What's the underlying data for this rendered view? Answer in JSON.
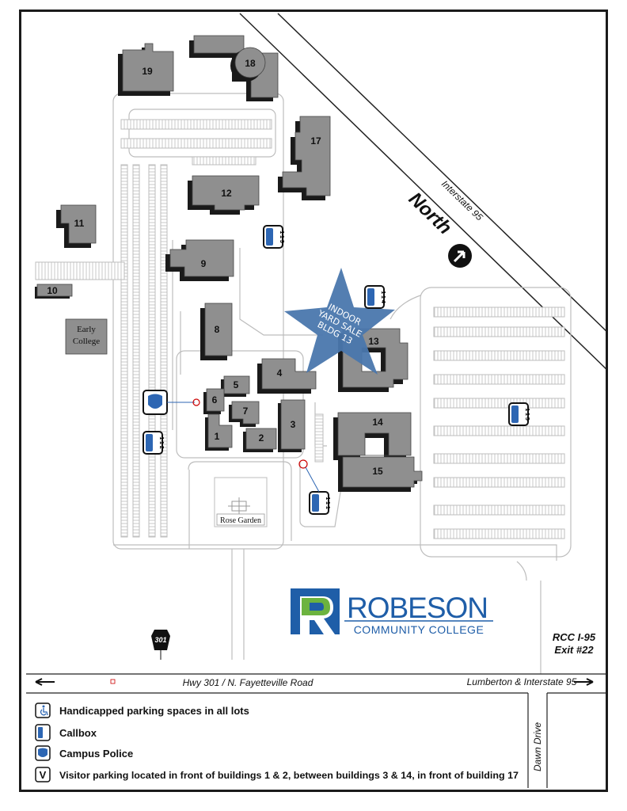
{
  "buildings": [
    "1",
    "2",
    "3",
    "4",
    "5",
    "6",
    "7",
    "8",
    "9",
    "10",
    "11",
    "12",
    "13",
    "14",
    "15",
    "17",
    "18",
    "19"
  ],
  "early_college": [
    "Early",
    "College"
  ],
  "rose_garden": "Rose Garden",
  "event_star": [
    "INDOOR",
    "YARD SALE",
    "BLDG 13"
  ],
  "interstate_label": "Interstate 95",
  "north_label": "North",
  "callboxes": [
    "1 1 1",
    "1 1 2",
    "1 1 3",
    "1 1 4",
    "1 1 5"
  ],
  "logo": {
    "name": "ROBESON",
    "subtitle": "COMMUNITY COLLEGE",
    "blue": "#1f5ea8",
    "green": "#6cb33f"
  },
  "hwy_shield": "301",
  "exit": [
    "RCC I-95",
    "Exit #22"
  ],
  "road_hwy": "Hwy 301 / N. Fayetteville Road",
  "road_lumberton": "Lumberton & Interstate 95",
  "road_dawn": "Dawn Drive",
  "legend": [
    {
      "icon": "handicap-icon",
      "text": "Handicapped parking spaces in all lots"
    },
    {
      "icon": "callbox-icon",
      "text": "Callbox"
    },
    {
      "icon": "police-badge-icon",
      "text": "Campus Police"
    },
    {
      "icon": "visitor-v-icon",
      "text": "Visitor parking located in front of buildings 1 & 2, between buildings 3 & 14, in front of building 17"
    }
  ],
  "colors": {
    "building": "#8f8f8f",
    "building_shadow": "#1a1a1a",
    "road": "#bdbdbd",
    "star": "#4a77ad",
    "police": "#2d66b3"
  }
}
